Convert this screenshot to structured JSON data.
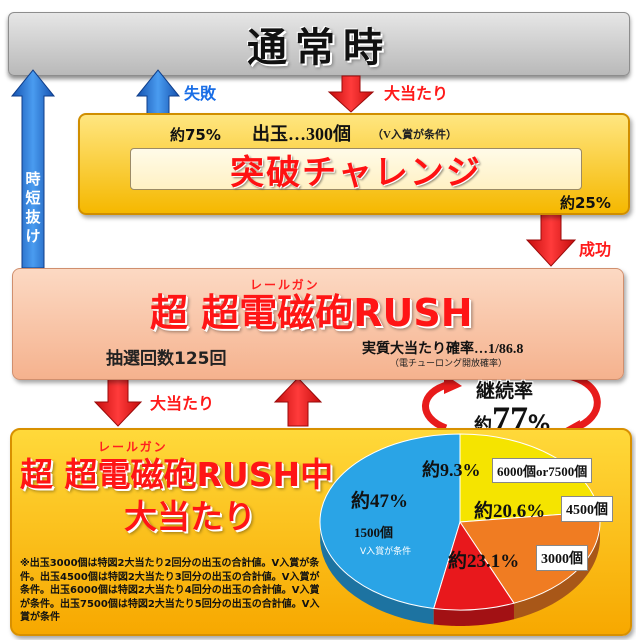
{
  "normal": {
    "title": "通常時"
  },
  "labels": {
    "fail": "失敗",
    "hit_top": "大当たり",
    "approx75": "約75%",
    "approx25": "約25%",
    "success": "成功",
    "jitan_nuke": "時短抜け",
    "hit_mid": "大当たり"
  },
  "challenge": {
    "payout": "出玉…300個",
    "payout_note": "（V入賞が条件）",
    "title": "突破チャレンジ"
  },
  "rush": {
    "prefix": "超",
    "title": "超電磁砲RUSH",
    "ruby": "レールガン",
    "spins": "抽選回数125回",
    "prob": "実質大当たり確率…1/86.8",
    "prob_note": "（電チューロング開放確率）"
  },
  "continuation": {
    "label": "継続率",
    "approx": "約",
    "value": "77",
    "unit": "%"
  },
  "hit": {
    "prefix": "超",
    "title_line1": "超電磁砲RUSH中",
    "ruby": "レールガン",
    "title_line2": "大当たり",
    "note": "※出玉3000個は特図2大当たり2回分の出玉の合計値。V入賞が条件。出玉4500個は特図2大当たり3回分の出玉の合計値。V入賞が条件。出玉6000個は特図2大当たり4回分の出玉の合計値。V入賞が条件。出玉7500個は特図2大当たり5回分の出玉の合計値。V入賞が条件"
  },
  "chart_data": {
    "type": "pie",
    "slices": [
      {
        "percent_label": "約47%",
        "value": 47,
        "payout": "1500個",
        "sub": "V入賞が条件",
        "color": "#2aa4e6"
      },
      {
        "percent_label": "約23.1%",
        "value": 23.1,
        "payout": "3000個",
        "color": "#f5e400"
      },
      {
        "percent_label": "約20.6%",
        "value": 20.6,
        "payout": "4500個",
        "color": "#f07c22"
      },
      {
        "percent_label": "約9.3%",
        "value": 9.3,
        "payout": "6000個or7500個",
        "color": "#e8181c"
      }
    ]
  },
  "colors": {
    "accent_red": "#ff1515",
    "arrow_red": "#e81b1b",
    "arrow_blue": "#1e6fd1",
    "gold": "#f7b500"
  }
}
